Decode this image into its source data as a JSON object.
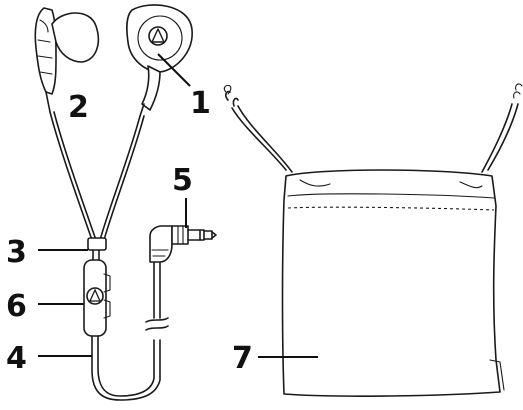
{
  "callouts": [
    {
      "id": "1",
      "text": "1"
    },
    {
      "id": "2",
      "text": "2"
    },
    {
      "id": "3",
      "text": "3"
    },
    {
      "id": "4",
      "text": "4"
    },
    {
      "id": "5",
      "text": "5"
    },
    {
      "id": "6",
      "text": "6"
    },
    {
      "id": "7",
      "text": "7"
    }
  ],
  "icons": {
    "brand_logo": "audio-technica-logo-icon"
  },
  "colors": {
    "line": "#1a1a1a",
    "background": "#ffffff"
  }
}
